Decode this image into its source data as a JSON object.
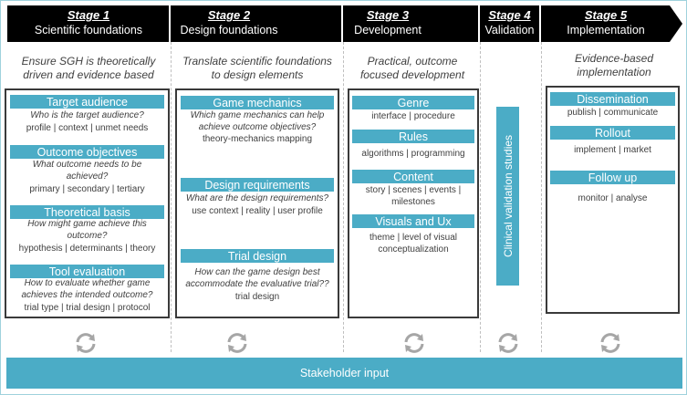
{
  "colors": {
    "accent": "#4bacc6",
    "header": "#000000",
    "box_border": "#3a3a3a"
  },
  "stages": [
    {
      "num": "Stage 1",
      "name": "Scientific foundations",
      "subtitle": "Ensure SGH is theoretically driven and evidence based"
    },
    {
      "num": "Stage 2",
      "name": "Design foundations",
      "subtitle": "Translate scientific foundations to design elements"
    },
    {
      "num": "Stage 3",
      "name": "Development",
      "subtitle": "Practical, outcome focused development"
    },
    {
      "num": "Stage 4",
      "name": "Validation",
      "subtitle": ""
    },
    {
      "num": "Stage 5",
      "name": "Implementation",
      "subtitle": "Evidence-based implementation"
    }
  ],
  "stage1": {
    "target": {
      "title": "Target audience",
      "question": "Who is the target audience?",
      "items": "profile | context | unmet needs"
    },
    "outcome": {
      "title": "Outcome objectives",
      "question": "What outcome needs to be achieved?",
      "items": "primary | secondary | tertiary"
    },
    "theory": {
      "title": "Theoretical basis",
      "question": "How might game achieve this outcome?",
      "items": "hypothesis | determinants | theory"
    },
    "tool": {
      "title": "Tool evaluation",
      "question": "How to evaluate whether game achieves the intended outcome?",
      "items": "trial type | trial design | protocol"
    }
  },
  "stage2": {
    "mechanics": {
      "title": "Game mechanics",
      "question": "Which game mechanics can help achieve outcome objectives?",
      "items": "theory-mechanics mapping"
    },
    "requirements": {
      "title": "Design requirements",
      "question": "What are the design requirements?",
      "items": "use context | reality | user profile"
    },
    "trial": {
      "title": "Trial design",
      "question": "How can the game design best accommodate the evaluative trial??",
      "items": "trial design"
    }
  },
  "stage3": {
    "genre": {
      "title": "Genre",
      "items": "interface | procedure"
    },
    "rules": {
      "title": "Rules",
      "items": "algorithms | programming"
    },
    "content": {
      "title": "Content",
      "items": "story | scenes | events | milestones"
    },
    "visuals": {
      "title": "Visuals and Ux",
      "items": "theme | level of visual conceptualization"
    }
  },
  "stage4": {
    "label": "Clinical validation studies"
  },
  "stage5": {
    "dissemination": {
      "title": "Dissemination",
      "items": "publish | communicate"
    },
    "rollout": {
      "title": "Rollout",
      "items": "implement | market"
    },
    "followup": {
      "title": "Follow up",
      "items": "monitor | analyse"
    }
  },
  "footer": {
    "label": "Stakeholder input"
  },
  "icons": {
    "cycle": "cycle-arrows-icon"
  }
}
